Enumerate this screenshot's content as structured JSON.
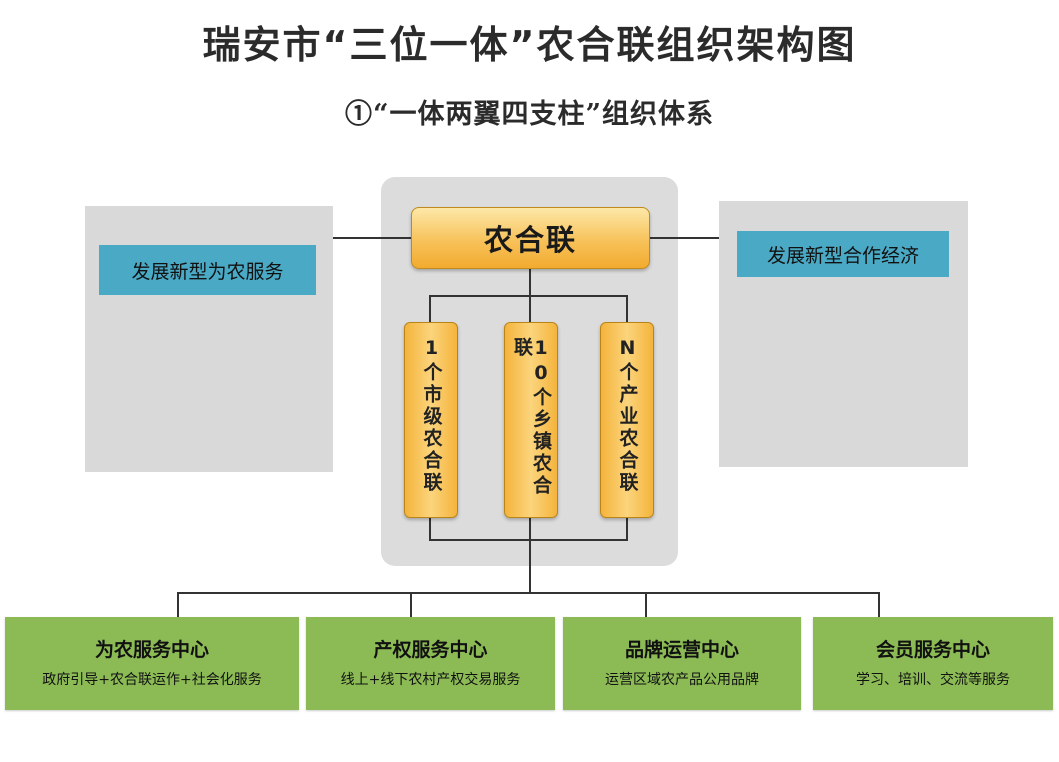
{
  "title": "瑞安市“三位一体”农合联组织架构图",
  "subtitle": "①“一体两翼四支柱”组织体系",
  "left_wing": "发展新型为农服务",
  "right_wing": "发展新型合作经济",
  "hub": "农合联",
  "pillars": [
    "1个市级农合联",
    "10个乡镇农合联",
    "N个产业农合联"
  ],
  "centers": [
    {
      "name": "为农服务中心",
      "desc": "政府引导+农合联运作+社会化服务"
    },
    {
      "name": "产权服务中心",
      "desc": "线上+线下农村产权交易服务"
    },
    {
      "name": "品牌运营中心",
      "desc": "运营区域农产品公用品牌"
    },
    {
      "name": "会员服务中心",
      "desc": "学习、培训、交流等服务"
    }
  ],
  "colors": {
    "hub_orange": "#f7c25a",
    "wing_blue": "#4aaac6",
    "panel_gray": "#d9d9d9",
    "center_green": "#8cbb55"
  }
}
